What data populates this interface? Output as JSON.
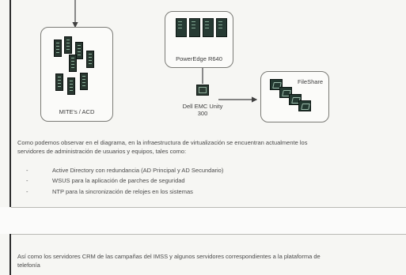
{
  "diagram": {
    "left_group_label": "MITE's / ACD",
    "center_top_label": "PowerEdge R640",
    "center_bottom_line1": "Dell EMC Unity",
    "center_bottom_line2": "300",
    "right_group_label": "FileShare"
  },
  "intro": {
    "line1": "Como podemos observar en el diagrama, en la infraestructura de virtualización se encuentran actualmente los",
    "line2": "servidores de administración de usuarios y equipos, tales como:"
  },
  "bullets": [
    "Active Directory con redundancia (AD Principal y AD Secundario)",
    "WSUS para la aplicación de parches de seguridad",
    "NTP para la sincronización de relojes en los sistemas"
  ],
  "bottom": {
    "line1": "Así como los servidores CRM de las campañas del IMSS y algunos servidores correspondientes a la plataforma de",
    "line2": "telefonía"
  },
  "colors": {
    "device_dark": "#263a33",
    "box_border": "#7b7b76",
    "connector": "#404040"
  }
}
